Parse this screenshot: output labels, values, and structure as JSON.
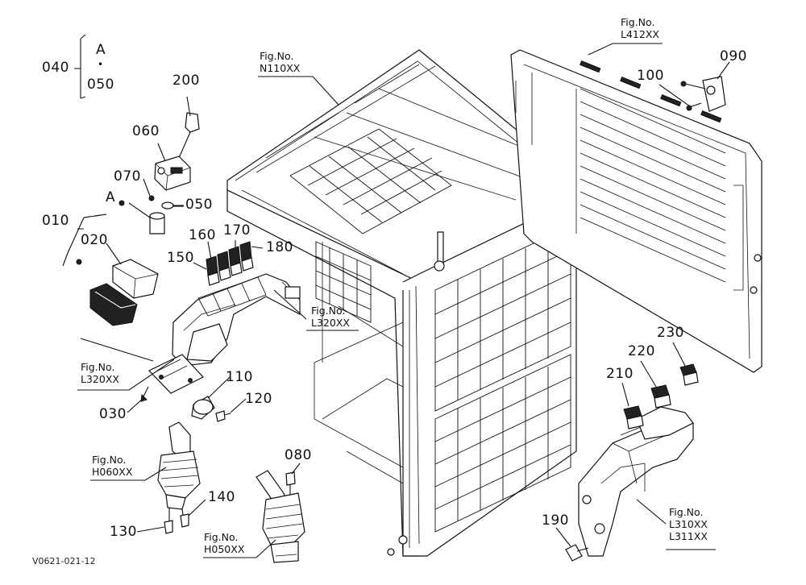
{
  "part_labels": [
    {
      "id": "p040",
      "text": "040"
    },
    {
      "id": "pA1",
      "text": "A"
    },
    {
      "id": "pDot",
      "text": "•"
    },
    {
      "id": "p050a",
      "text": "050"
    },
    {
      "id": "p200",
      "text": "200"
    },
    {
      "id": "p060",
      "text": "060"
    },
    {
      "id": "p070",
      "text": "070"
    },
    {
      "id": "pA2",
      "text": "A"
    },
    {
      "id": "p050b",
      "text": "050"
    },
    {
      "id": "p010",
      "text": "010"
    },
    {
      "id": "p020",
      "text": "020"
    },
    {
      "id": "p160",
      "text": "160"
    },
    {
      "id": "p170",
      "text": "170"
    },
    {
      "id": "p180",
      "text": "180"
    },
    {
      "id": "p150",
      "text": "150"
    },
    {
      "id": "p110",
      "text": "110"
    },
    {
      "id": "p120",
      "text": "120"
    },
    {
      "id": "p030",
      "text": "030"
    },
    {
      "id": "p080",
      "text": "080"
    },
    {
      "id": "p140",
      "text": "140"
    },
    {
      "id": "p130",
      "text": "130"
    },
    {
      "id": "p100",
      "text": "100"
    },
    {
      "id": "p090",
      "text": "090"
    },
    {
      "id": "p230",
      "text": "230"
    },
    {
      "id": "p220",
      "text": "220"
    },
    {
      "id": "p210",
      "text": "210"
    },
    {
      "id": "p190",
      "text": "190"
    }
  ],
  "figure_refs": [
    {
      "id": "f1",
      "line1": "Fig.No.",
      "line2": "N110XX",
      "line3": ""
    },
    {
      "id": "f2",
      "line1": "Fig.No.",
      "line2": "L412XX",
      "line3": ""
    },
    {
      "id": "f3",
      "line1": "Fig.No.",
      "line2": "L320XX",
      "line3": ""
    },
    {
      "id": "f4",
      "line1": "Fig.No.",
      "line2": "L320XX",
      "line3": ""
    },
    {
      "id": "f5",
      "line1": "Fig.No.",
      "line2": "H060XX",
      "line3": ""
    },
    {
      "id": "f6",
      "line1": "Fig.No.",
      "line2": "H050XX",
      "line3": ""
    },
    {
      "id": "f7",
      "line1": "Fig.No.",
      "line2": "L310XX",
      "line3": "L311XX"
    }
  ],
  "footer": {
    "code": "V0621-021-12"
  }
}
